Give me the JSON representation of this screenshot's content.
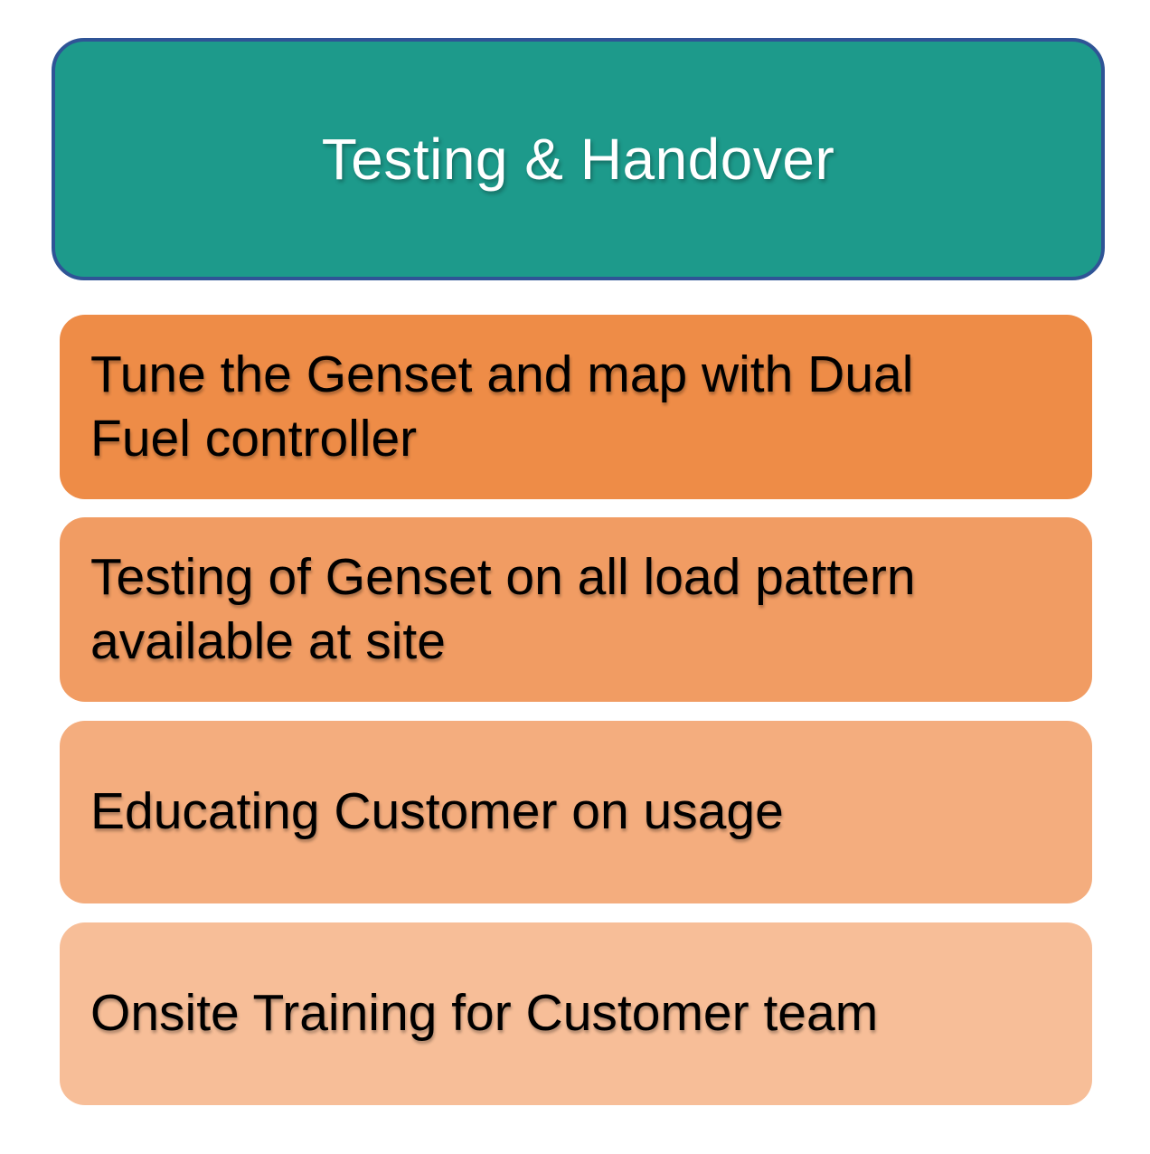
{
  "diagram": {
    "title": {
      "label": "Testing & Handover",
      "fill": "#1D9A8B",
      "border_color": "#2F5496",
      "text_color": "#FFFFFF"
    },
    "steps": [
      {
        "lines": [
          "Tune the Genset and map with Dual",
          "Fuel controller"
        ],
        "fill": "#EE8C47"
      },
      {
        "lines": [
          "Testing of Genset on all load pattern",
          "available at site"
        ],
        "fill": "#F19C63"
      },
      {
        "lines": [
          "Educating Customer on usage"
        ],
        "fill": "#F4AD7E"
      },
      {
        "lines": [
          "Onsite Training for Customer team"
        ],
        "fill": "#F7BE98"
      }
    ]
  }
}
